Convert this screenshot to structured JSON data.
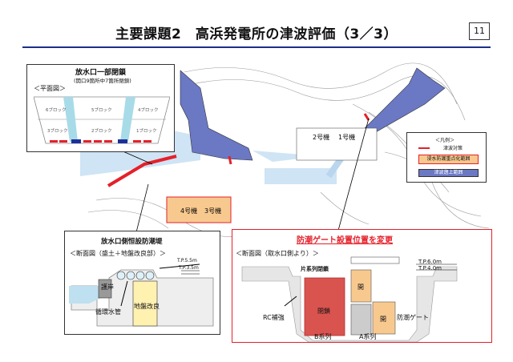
{
  "header": {
    "title": "主要課題2　高浜発電所の津波評価（3／3）",
    "page_number": "11"
  },
  "map": {
    "unit_labels": [
      "2号機",
      "1号機",
      "4号機",
      "3号機"
    ]
  },
  "legend": {
    "title": "＜凡例＞",
    "items": [
      {
        "label": "津波対策",
        "color": "#e5202a"
      },
      {
        "label": "浸水防護重点化範囲",
        "color": "#f8c98f"
      },
      {
        "label": "津波遡上範囲",
        "color": "#6b78c4"
      }
    ]
  },
  "panel_outlet": {
    "title": "放水口一部閉鎖",
    "subtitle": "(開口9箇所中7箇所閉鎖)",
    "view": "＜平面図＞",
    "blocks": [
      "6ブロック",
      "5ブロック",
      "4ブロック",
      "3ブロック",
      "2ブロック",
      "1ブロック"
    ]
  },
  "panel_seawall": {
    "title": "放水口側恒設防潮堤",
    "view": "＜断面図（盛土＋地盤改良部）＞",
    "labels": {
      "revetment": "護岸",
      "pipe": "循環水管",
      "ground": "地盤改良",
      "tp_high": "T.P.5.5m",
      "tp_low": "T.P.3.5m"
    }
  },
  "panel_gate": {
    "title": "防潮ゲート設置位置を変更",
    "view": "＜断面図（取水口側より）＞",
    "labels": {
      "one_side": "片系列閉鎖",
      "closed": "閉鎖",
      "open1": "開",
      "open2": "開",
      "rc": "RC補強",
      "gate": "防潮ゲート",
      "b_line": "B系列",
      "a_line": "A系列",
      "tp_high": "T.P.6.0m",
      "tp_low": "T.P.4.0m"
    },
    "border_color": "#e5202a"
  }
}
